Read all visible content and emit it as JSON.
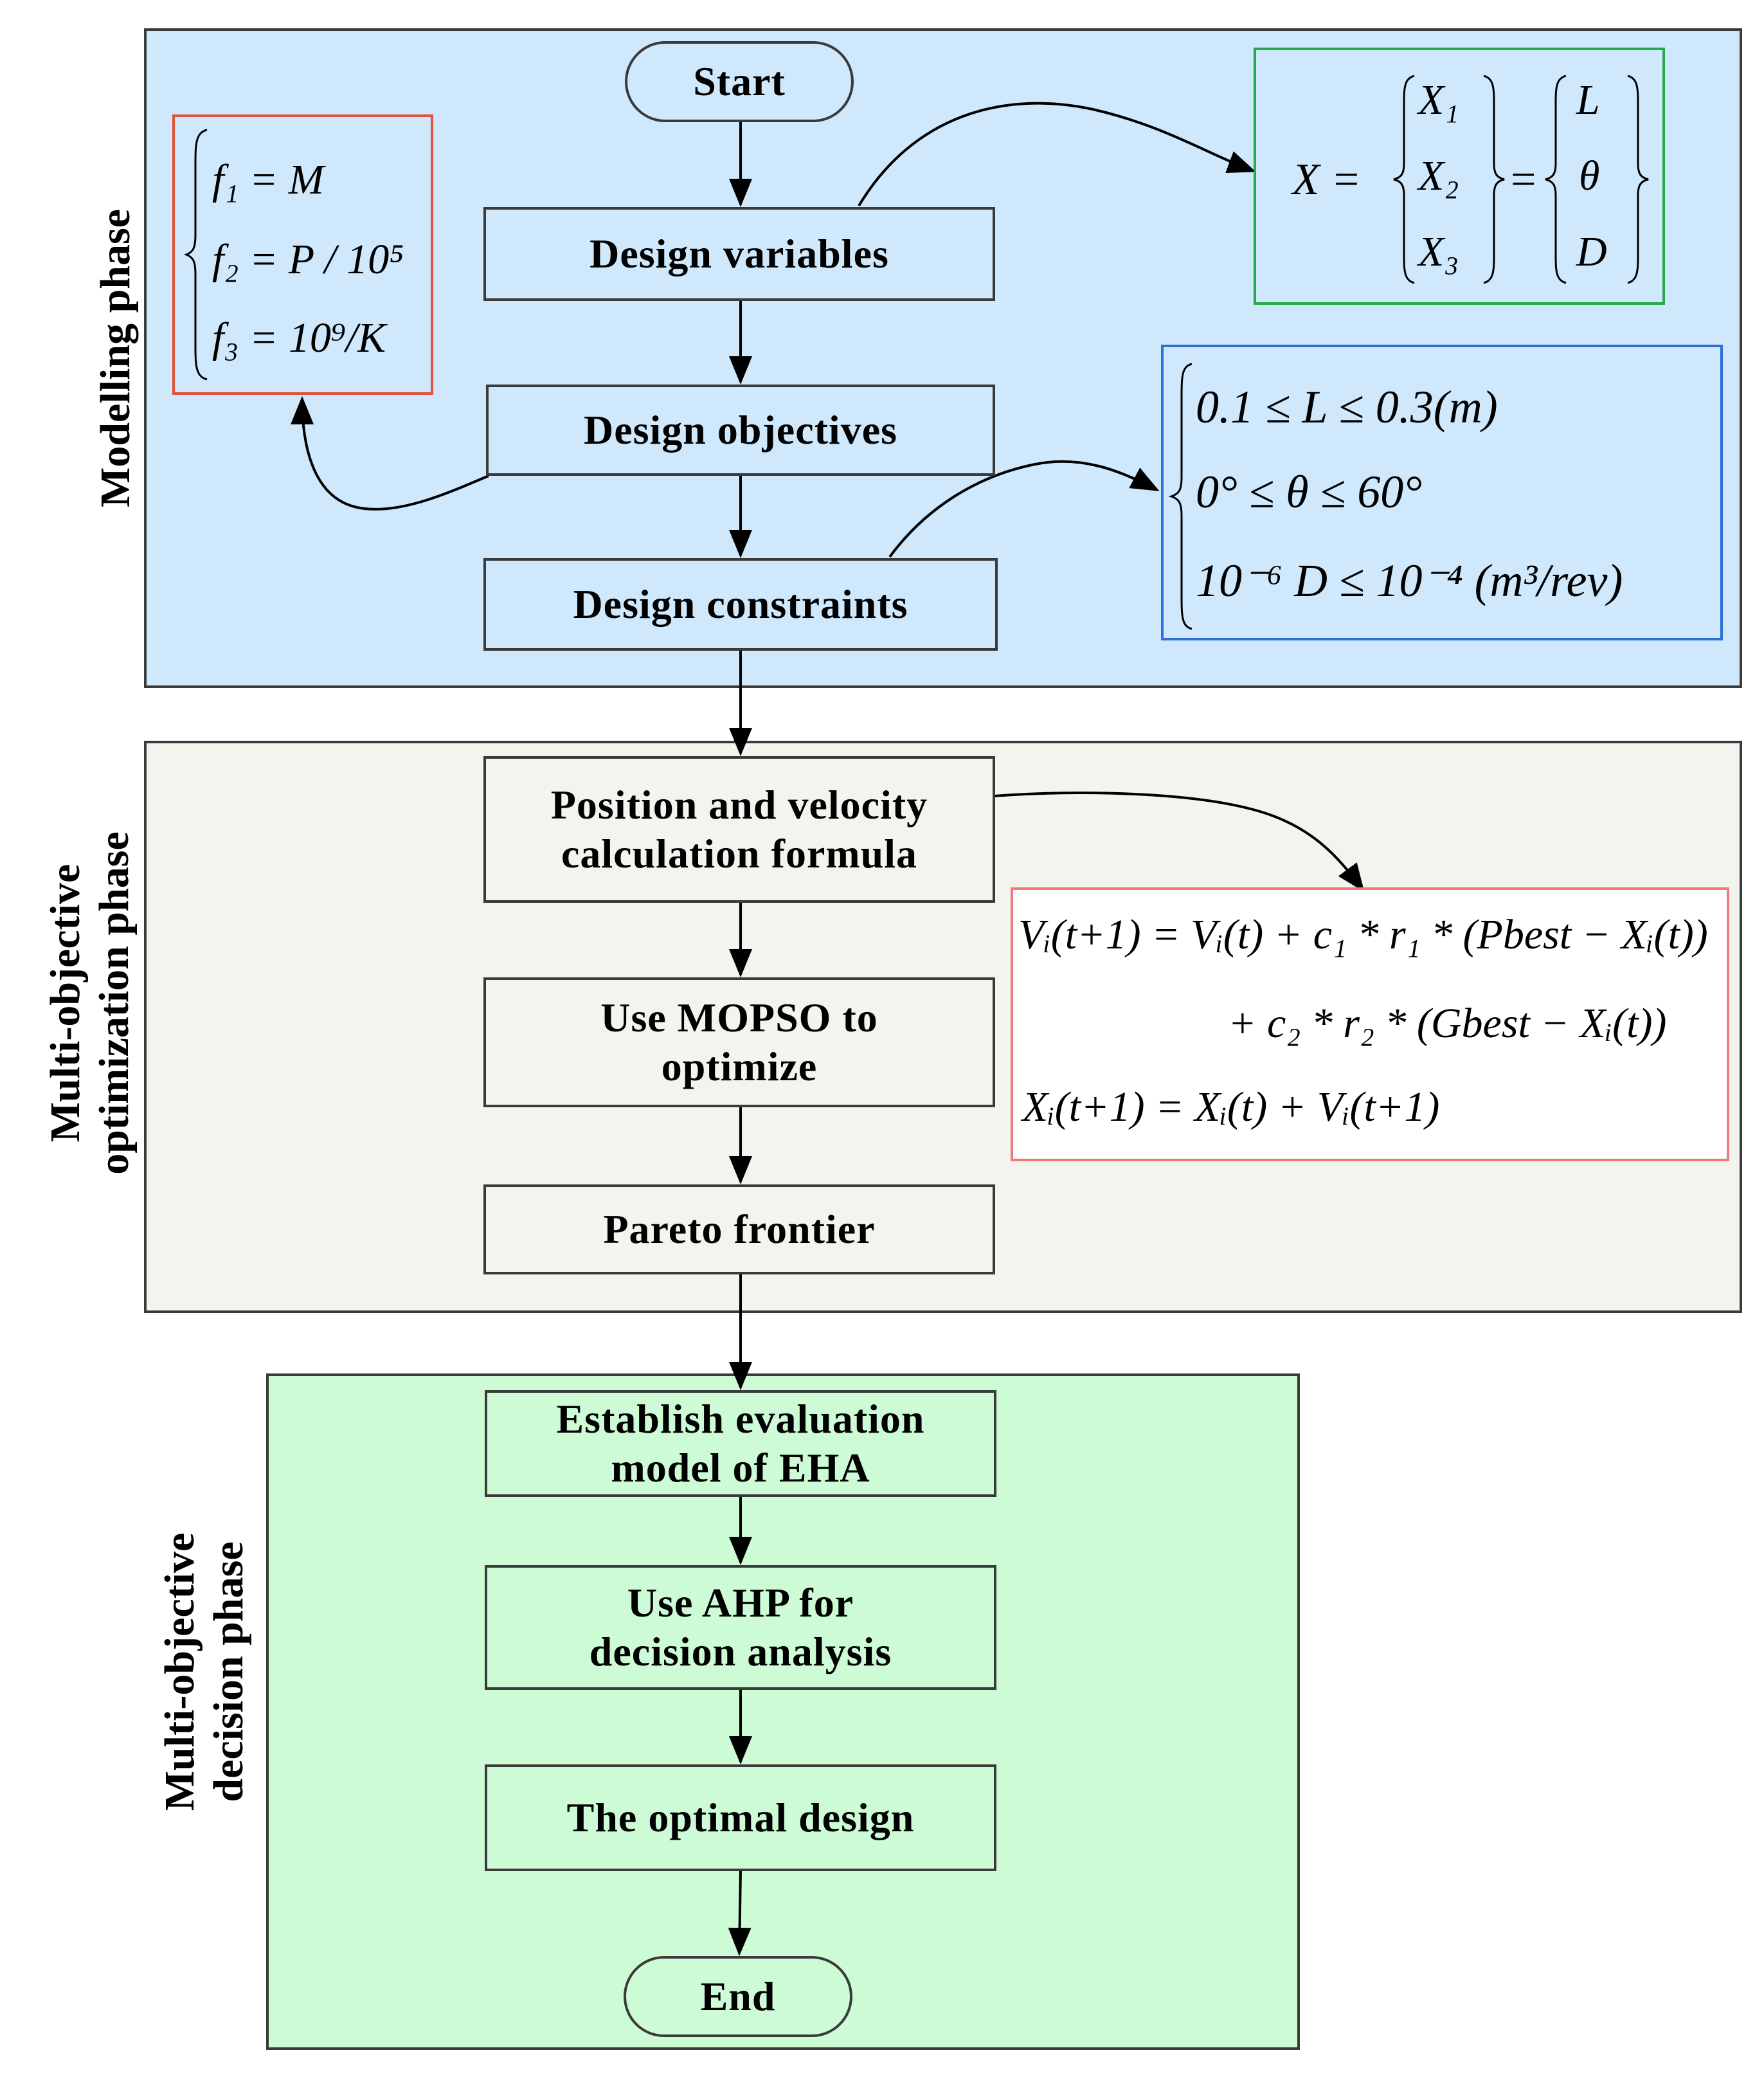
{
  "colors": {
    "modelling_bg": "#cfe8fb",
    "optimization_bg": "#f1f5ee",
    "decision_bg": "#ccfbd6",
    "box_border": "#3a3a3a",
    "objectives_border": "#e0533a",
    "variables_border": "#2aa84a",
    "constraints_border": "#2f6fd6",
    "update_border": "#f07a7a"
  },
  "phases": {
    "modelling": "Modelling phase",
    "optimization": [
      "Multi-objective",
      "optimization phase"
    ],
    "decision": [
      "Multi-objective",
      "decision phase"
    ]
  },
  "nodes": {
    "start": "Start",
    "design_variables": "Design variables",
    "design_objectives": "Design objectives",
    "design_constraints": "Design constraints",
    "position_velocity": [
      "Position and velocity",
      "calculation formula"
    ],
    "use_mopso": [
      "Use MOPSO to",
      "optimize"
    ],
    "pareto": "Pareto frontier",
    "evaluation_model": [
      "Establish evaluation",
      "model of EHA"
    ],
    "use_ahp": [
      "Use AHP for",
      "decision analysis"
    ],
    "optimal_design": "The optimal design",
    "end": "End"
  },
  "formulas": {
    "objectives": [
      "f₁ = M",
      "f₂ = P / 10⁵",
      "f₃ = 10⁹/K"
    ],
    "variables_lhs": "X =",
    "variables_x": [
      "X₁",
      "X₂",
      "X₃"
    ],
    "variables_eq": "=",
    "variables_values": [
      "L",
      "θ",
      "D"
    ],
    "constraints": [
      "0.1 ≤ L ≤ 0.3(m)",
      "0° ≤ θ ≤ 60°",
      "10⁻⁶ D ≤ 10⁻⁴ (m³/rev)"
    ],
    "update": [
      "Vᵢ(t+1) = Vᵢ(t) + c₁ * r₁ * (Pbest − Xᵢ(t))",
      "+ c₂ * r₂ * (Gbest − Xᵢ(t))",
      "Xᵢ(t+1) = Xᵢ(t) + Vᵢ(t+1)"
    ]
  }
}
